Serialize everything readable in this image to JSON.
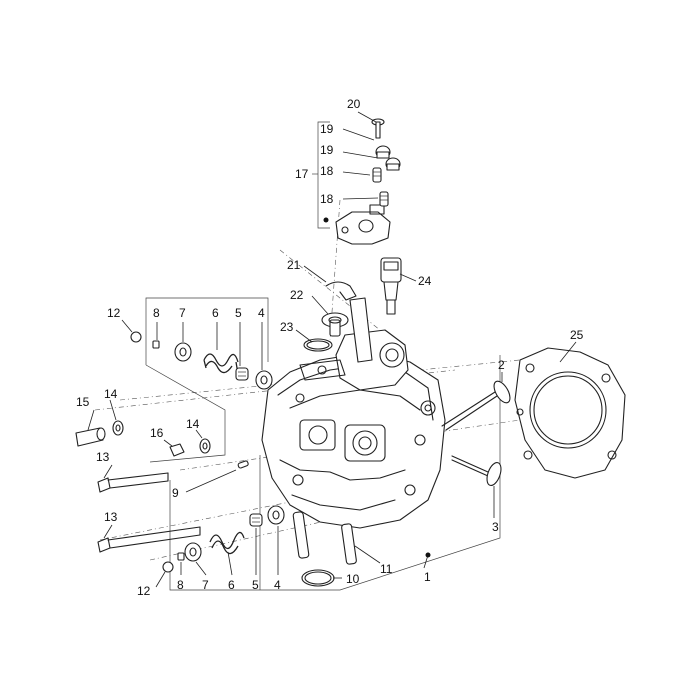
{
  "labels": {
    "l1": "1",
    "l2": "2",
    "l3": "3",
    "l4a": "4",
    "l4b": "4",
    "l5a": "5",
    "l5b": "5",
    "l6a": "6",
    "l6b": "6",
    "l7a": "7",
    "l7b": "7",
    "l8a": "8",
    "l8b": "8",
    "l9": "9",
    "l10": "10",
    "l11": "11",
    "l12a": "12",
    "l12b": "12",
    "l13a": "13",
    "l13b": "13",
    "l14a": "14",
    "l14b": "14",
    "l15": "15",
    "l16": "16",
    "l17": "17",
    "l18a": "18",
    "l18b": "18",
    "l19a": "19",
    "l19b": "19",
    "l20": "20",
    "l21": "21",
    "l22": "22",
    "l23": "23",
    "l24": "24",
    "l25": "25"
  }
}
